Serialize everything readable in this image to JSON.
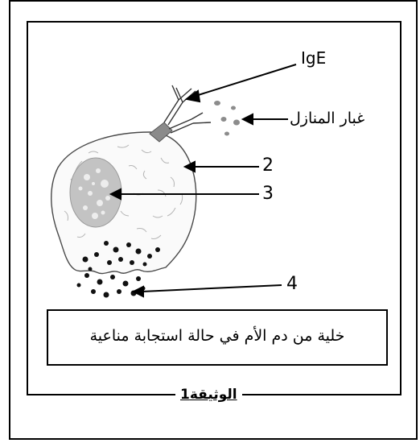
{
  "labels": {
    "ige": "IgE",
    "dust": "غبار المنازل",
    "num2": "2",
    "num3": "3",
    "num4": "4"
  },
  "caption": "خلية من دم الأم في حالة استجابة مناعية",
  "document_title": "الوثيقة1"
}
